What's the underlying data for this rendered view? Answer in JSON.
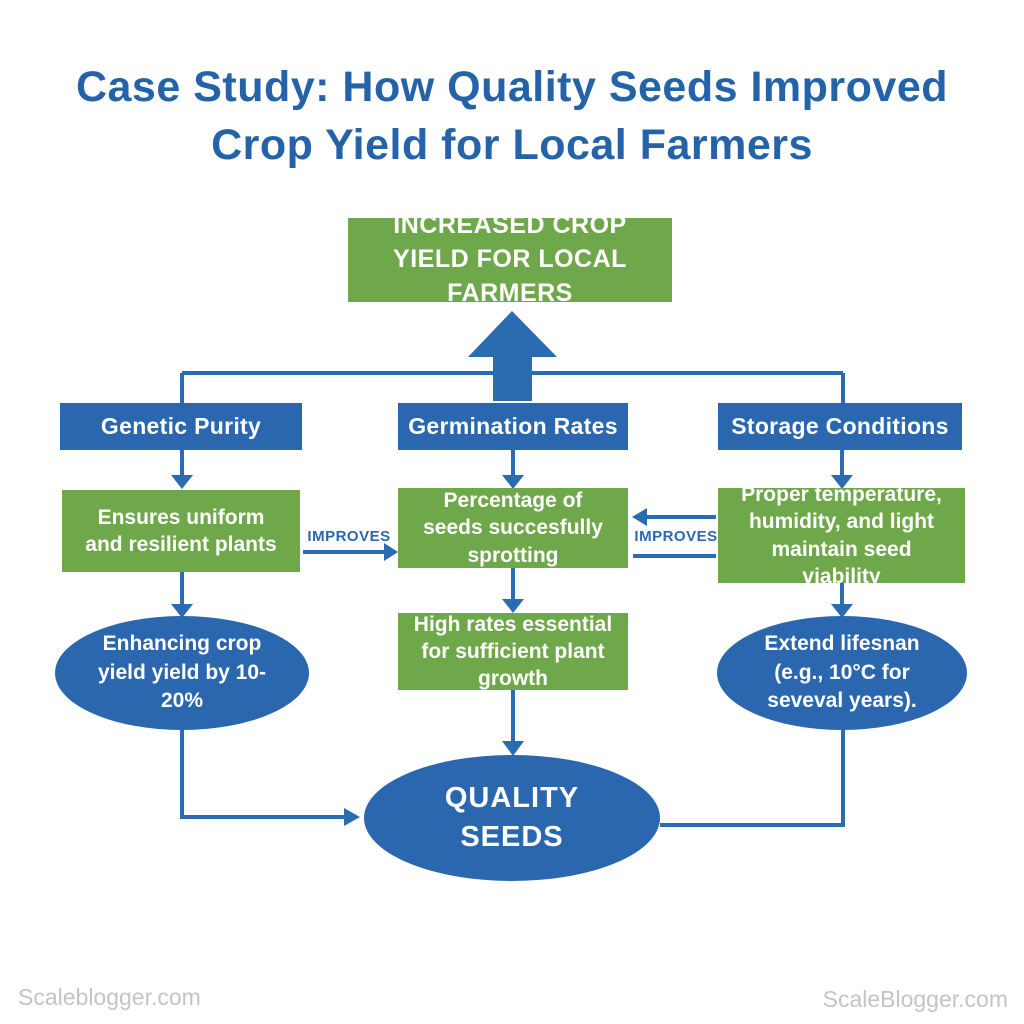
{
  "title": "Case Study: How Quality Seeds Improved Crop Yield for Local Farmers",
  "top_box": "INCREASED CROP YIELD FOR LOCAL FARMERS",
  "columns": [
    {
      "header": "Genetic Purity",
      "detail": "Ensures uniform and resilient plants",
      "outcome": "Enhancing crop yield yield by 10-20%"
    },
    {
      "header": "Germination Rates",
      "detail": "Percentage of seeds succesfully sprotting",
      "outcome": "High rates essential for sufficient plant growth"
    },
    {
      "header": "Storage Conditions",
      "detail": "Proper temperature, humidity, and light maintain seed viability",
      "outcome": "Extend lifesnan (e.g., 10°C for seveval years)."
    }
  ],
  "improves_left": "IMPROVES",
  "improves_right": "IMPROVES",
  "center_node": "QUALITY SEEDS",
  "watermark_left": "Scaleblogger.com",
  "watermark_right": "ScaleBlogger.com",
  "colors": {
    "node_blue": "#2a67ae",
    "node_green": "#6fa84b",
    "title_blue": "#2563a8",
    "arrow_blue": "#2b6bb0",
    "watermark_gray": "#c4c4c4"
  }
}
